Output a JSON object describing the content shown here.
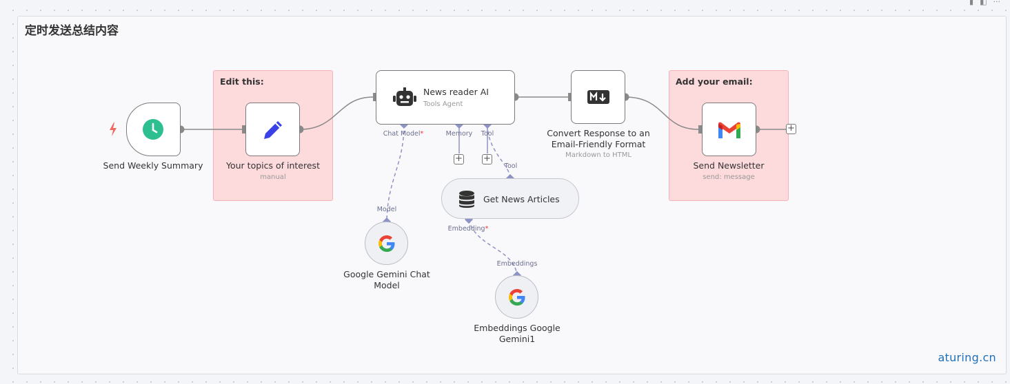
{
  "workflow": {
    "title": "定时发送总结内容"
  },
  "stickies": [
    {
      "title": "Edit this:"
    },
    {
      "title": "Add your email:"
    }
  ],
  "nodes": {
    "trigger": {
      "label": "Send Weekly Summary",
      "icon": "clock-icon"
    },
    "topics": {
      "label": "Your topics of interest",
      "subtitle": "manual",
      "icon": "pencil-icon"
    },
    "agent": {
      "label": "News reader AI",
      "subtitle": "Tools Agent",
      "icon": "robot-icon",
      "ports": {
        "chat_model": "Chat Model",
        "required": "*",
        "memory": "Memory",
        "tool": "Tool"
      }
    },
    "convert": {
      "label_line1": "Convert Response to an",
      "label_line2": "Email-Friendly Format",
      "subtitle": "Markdown to HTML",
      "icon": "markdown-icon"
    },
    "newsletter": {
      "label": "Send Newsletter",
      "subtitle": "send: message",
      "icon": "gmail-icon"
    },
    "articles": {
      "label": "Get News Articles",
      "icon": "database-icon",
      "ports": {
        "tool": "Tool",
        "embedding": "Embedding",
        "required": "*"
      }
    },
    "gemini_chat": {
      "label_line1": "Google Gemini Chat",
      "label_line2": "Model",
      "port": "Model",
      "icon": "google-icon"
    },
    "embeddings": {
      "label_line1": "Embeddings Google",
      "label_line2": "Gemini1",
      "port": "Embeddings",
      "icon": "google-icon"
    }
  },
  "colors": {
    "trigger": "#2ebf91",
    "pencil": "#3a41e8",
    "sticky": "#fddadc",
    "connector": "#8d93c4",
    "bolt": "#ee6a5e"
  },
  "watermark": "aturing.cn"
}
